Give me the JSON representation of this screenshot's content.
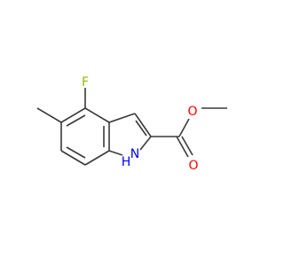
{
  "molecule": {
    "atoms": {
      "fluorine": {
        "label": "F",
        "color": "#8fbf00"
      },
      "carbonyl_oxygen": {
        "label": "O",
        "color": "#ff0000"
      },
      "ester_oxygen": {
        "label": "O",
        "color": "#ff0000"
      },
      "indole_nitrogen": {
        "label": "N",
        "color": "#0000ff"
      },
      "indole_nh_hydrogen": {
        "label": "H",
        "color": "#0000ff"
      }
    },
    "bond_color": "#3a3a3a"
  }
}
